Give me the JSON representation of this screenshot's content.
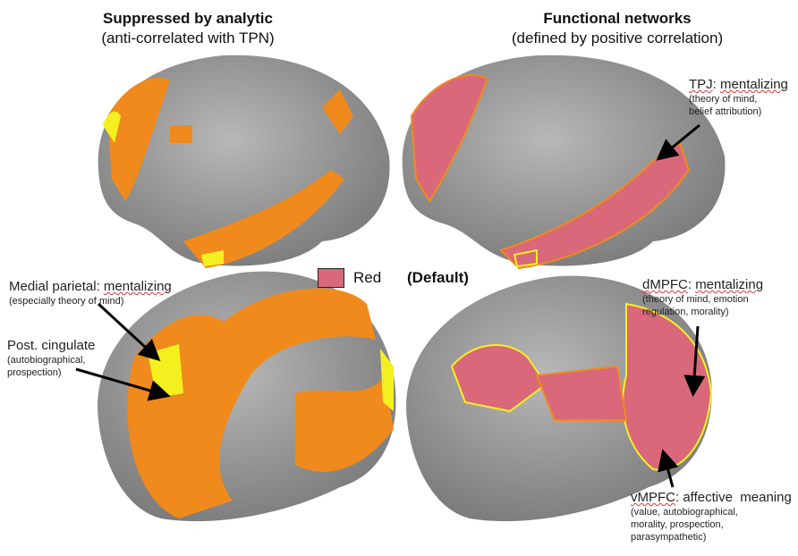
{
  "left_title": {
    "main": "Suppressed by analytic",
    "sub": "(anti-correlated with TPN)"
  },
  "right_title": {
    "main": "Functional networks",
    "sub": "(defined by positive correlation)"
  },
  "legend": {
    "label": "Red",
    "note": "(Default)",
    "color": "#d9687a"
  },
  "annotations": {
    "tpj": {
      "name": "TPJ",
      "sep": ": ",
      "role": "mentalizing",
      "detail1": "(theory of mind,",
      "detail2": "belief attribution)"
    },
    "medial_parietal": {
      "name": "Medial parietal",
      "sep": ": ",
      "role": "mentalizing",
      "detail": "(especially theory of mind)"
    },
    "post_cingulate": {
      "name": "Post. cingulate",
      "detail1": "(autobiographical,",
      "detail2": "prospection)"
    },
    "dmpfc": {
      "name": "dMPFC",
      "sep": ": ",
      "role": "mentalizing",
      "detail1": "(theory of mind, emotion",
      "detail2": "regulation, morality)"
    },
    "vmpfc": {
      "name": "vMPFC",
      "sep": ": ",
      "role": "affective  meaning",
      "detail1": "(value, autobiographical,",
      "detail2": "morality, prospection,",
      "detail3": "parasympathetic)"
    }
  },
  "colors": {
    "brain": "#9a9a9a",
    "orange": "#f08a1c",
    "yellow": "#f4f020",
    "pink": "#d9687a"
  }
}
